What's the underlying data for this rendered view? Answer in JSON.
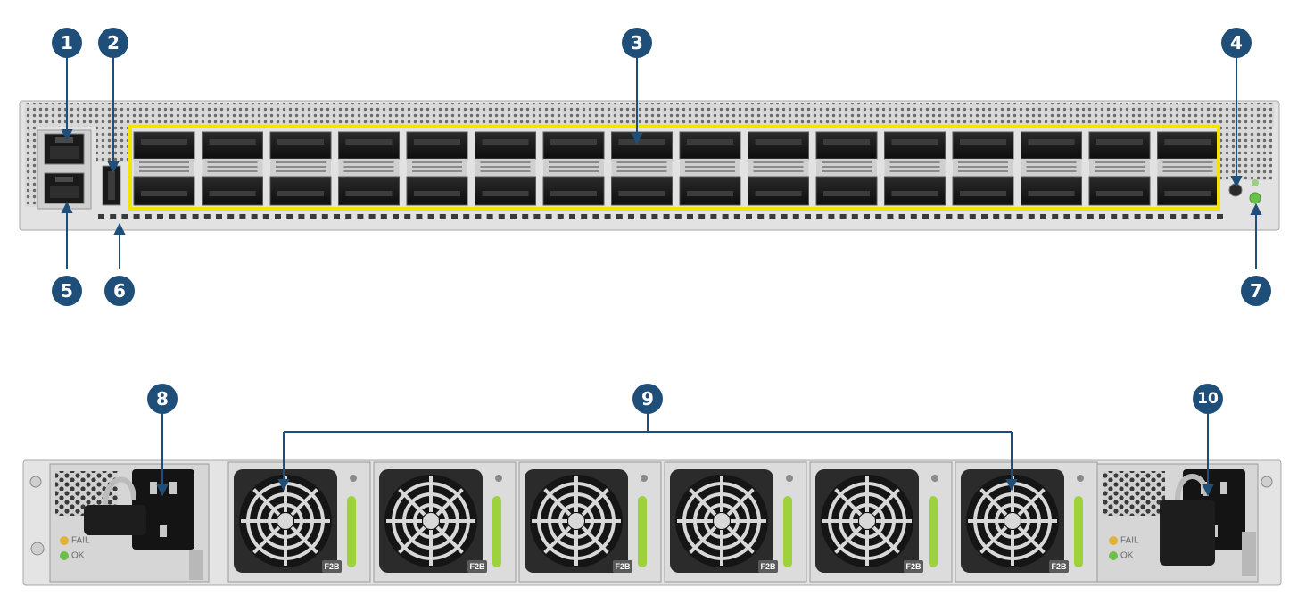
{
  "colors": {
    "callout": "#1f4e79",
    "highlight": "#f2e300",
    "led_green": "#6dbf4b",
    "led_amber": "#e0b336",
    "fan_handle": "#9ed23c",
    "chassis": "#e2e2e2"
  },
  "callouts": {
    "c1": "1",
    "c2": "2",
    "c3": "3",
    "c4": "4",
    "c5": "5",
    "c6": "6",
    "c7": "7",
    "c8": "8",
    "c9": "9",
    "c10": "10"
  },
  "front_panel": {
    "qsfp_port_columns": 16,
    "qsfp_ports_per_column": 2
  },
  "rear_panel": {
    "fan_module_count": 6,
    "fan_direction_label": "F2B",
    "psu_left": {
      "fail_label": "FAIL",
      "ok_label": "OK"
    },
    "psu_right": {
      "fail_label": "FAIL",
      "ok_label": "OK"
    }
  }
}
